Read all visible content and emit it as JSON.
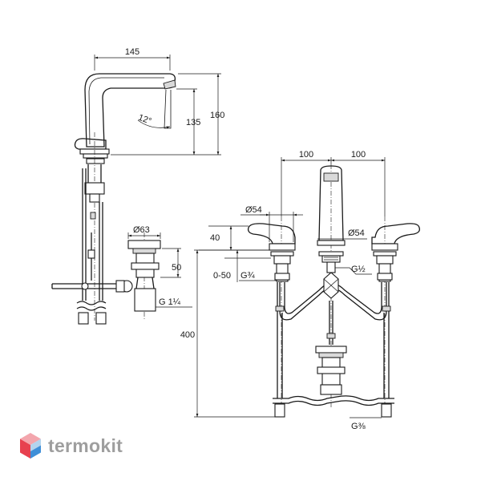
{
  "dimensions": {
    "spout_reach": "145",
    "spout_height": "160",
    "outlet_height": "135",
    "spout_angle": "12°",
    "waste_diameter": "Ø63",
    "waste_height": "50",
    "waste_thread": "G 1¼",
    "spacing_left": "100",
    "spacing_right": "100",
    "rosette_left": "Ø54",
    "rosette_right": "Ø54",
    "handle_height": "40",
    "deck_range": "0-50",
    "thread_valve": "G¾",
    "thread_spout": "G½",
    "hose_length": "400",
    "hose_thread": "G⅜"
  },
  "brand": {
    "name": "termokit",
    "colors": {
      "hex_top": "#f3a6ad",
      "hex_left": "#e7414f",
      "hex_right": "#b3d4ee",
      "hex_bottom": "#3f8fd8",
      "text": "#9e9e9e"
    }
  }
}
